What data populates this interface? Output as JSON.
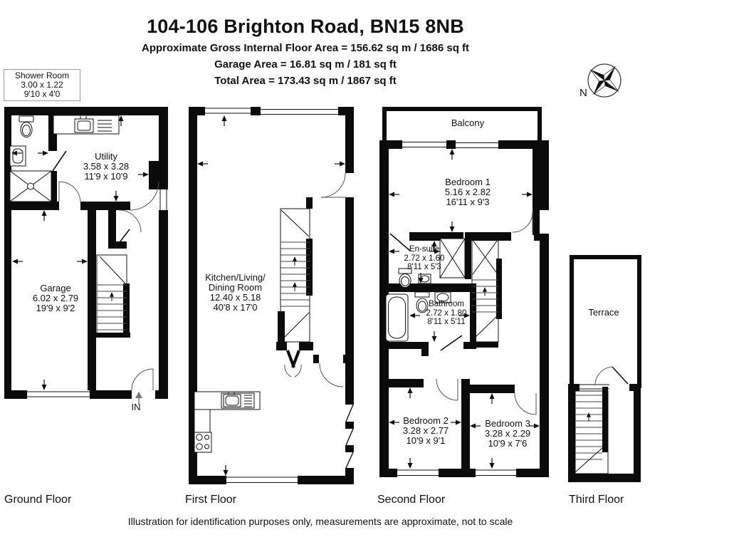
{
  "header": {
    "title": "104-106 Brighton Road, BN15 8NB",
    "area_lines": [
      "Approximate Gross Internal Floor Area = 156.62 sq m / 1686 sq ft",
      "Garage Area = 16.81 sq m / 181 sq ft",
      "Total Area = 173.43 sq m / 1867 sq ft"
    ]
  },
  "compass": {
    "north_label": "N"
  },
  "entrance": {
    "label": "IN"
  },
  "rooms": {
    "shower_room": {
      "name": "Shower Room",
      "metric": "3.00 x 1.22",
      "imperial": "9'10 x 4'0"
    },
    "utility": {
      "name": "Utility",
      "metric": "3.58 x 3.28",
      "imperial": "11'9 x 10'9"
    },
    "garage": {
      "name": "Garage",
      "metric": "6.02 x 2.79",
      "imperial": "19'9 x 9'2"
    },
    "kitchen_living_dining": {
      "name_line1": "Kitchen/Living/",
      "name_line2": "Dining Room",
      "metric": "12.40 x 5.18",
      "imperial": "40'8 x 17'0"
    },
    "balcony": {
      "name": "Balcony"
    },
    "bedroom_1": {
      "name": "Bedroom 1",
      "metric": "5.16 x 2.82",
      "imperial": "16'11 x 9'3"
    },
    "en_suite": {
      "name": "En-suite",
      "metric": "2.72 x 1.60",
      "imperial": "8'11 x 5'3"
    },
    "bathroom": {
      "name": "Bathroom",
      "metric": "2.72 x 1.80",
      "imperial": "8'11 x 5'11"
    },
    "bedroom_2": {
      "name": "Bedroom 2",
      "metric": "3.28 x 2.77",
      "imperial": "10'9 x 9'1"
    },
    "bedroom_3": {
      "name": "Bedroom 3",
      "metric": "3.28 x 2.29",
      "imperial": "10'9 x 7'6"
    },
    "terrace": {
      "name": "Terrace"
    }
  },
  "floor_labels": [
    "Ground Floor",
    "First Floor",
    "Second Floor",
    "Third Floor"
  ],
  "disclaimer": "Illustration for identification purposes only, measurements are approximate, not to scale",
  "colors": {
    "wall": "#0b0b0b",
    "background": "#ffffff",
    "text": "#111111"
  },
  "icons": {
    "compass": "compass-rose",
    "entrance_arrow": "up-arrow"
  }
}
